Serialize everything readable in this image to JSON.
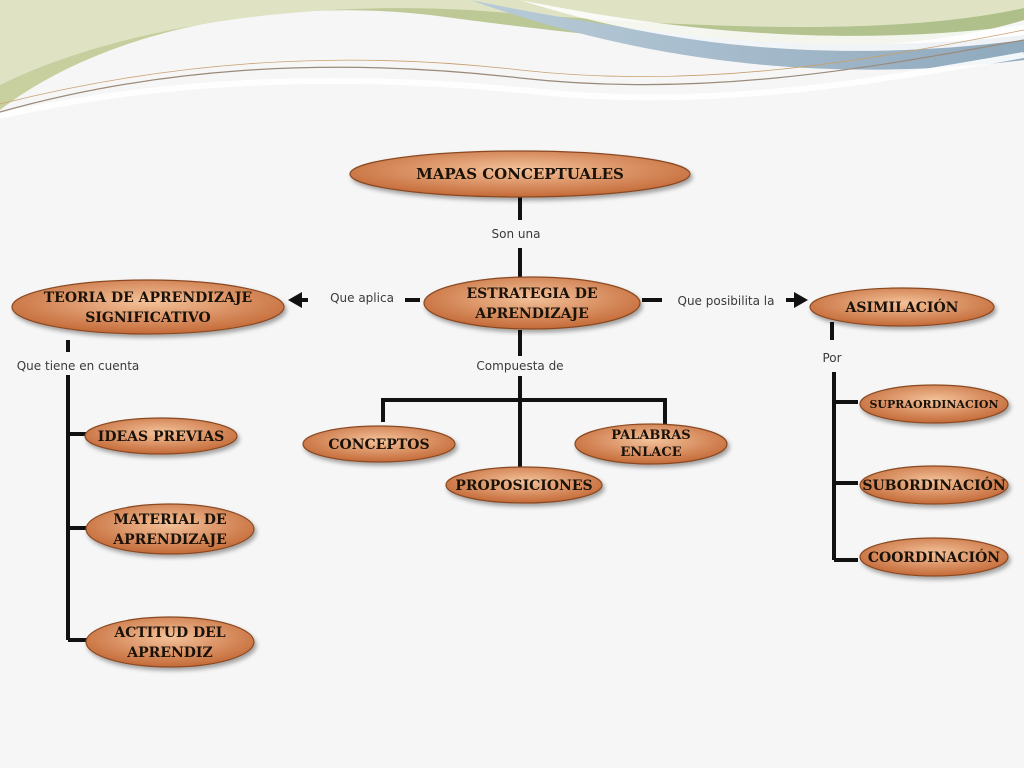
{
  "colors": {
    "node_fill_center": "#f4c29a",
    "node_fill_edge": "#c46a38",
    "node_stroke": "#8a4a22",
    "connector": "#111111",
    "link_text": "#3a3a3a",
    "header_wave_green": "#c7cf9e",
    "header_wave_blue": "#9fb7c9"
  },
  "nodes": {
    "mapas": "MAPAS CONCEPTUALES",
    "estrategia_l1": "ESTRATEGIA DE",
    "estrategia_l2": "APRENDIZAJE",
    "teoria_l1": "TEORIA DE APRENDIZAJE",
    "teoria_l2": "SIGNIFICATIVO",
    "asimilacion": "ASIMILACIÓN",
    "ideas_previas": "IDEAS PREVIAS",
    "material_l1": "MATERIAL DE",
    "material_l2": "APRENDIZAJE",
    "actitud_l1": "ACTITUD DEL",
    "actitud_l2": "APRENDIZ",
    "conceptos": "CONCEPTOS",
    "proposiciones": "PROPOSICIONES",
    "palabras_l1": "PALABRAS",
    "palabras_l2": "ENLACE",
    "supraordinacion": "SUPRAORDINACION",
    "subordinacion": "SUBORDINACIÓN",
    "coordinacion": "COORDINACIÓN"
  },
  "links": {
    "son_una": "Son una",
    "que_aplica": "Que aplica",
    "que_posibilita": "Que posibilita la",
    "que_tiene": "Que tiene en cuenta",
    "compuesta": "Compuesta de",
    "por": "Por"
  }
}
